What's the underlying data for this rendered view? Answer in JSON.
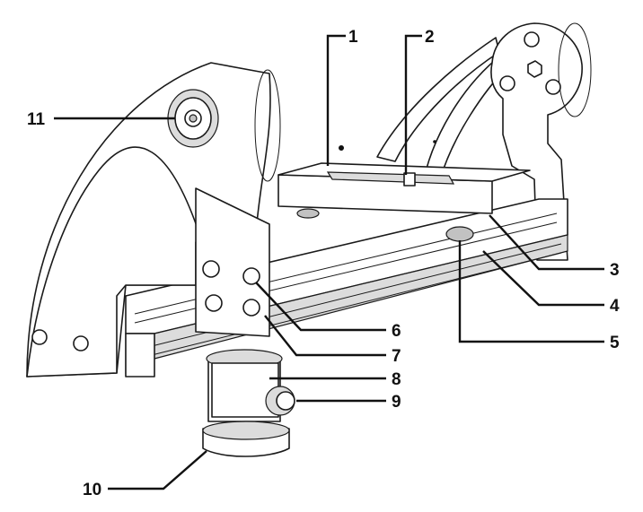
{
  "callouts": [
    {
      "id": "c1",
      "label": "1"
    },
    {
      "id": "c2",
      "label": "2"
    },
    {
      "id": "c3",
      "label": "3"
    },
    {
      "id": "c4",
      "label": "4"
    },
    {
      "id": "c5",
      "label": "5"
    },
    {
      "id": "c6",
      "label": "6"
    },
    {
      "id": "c7",
      "label": "7"
    },
    {
      "id": "c8",
      "label": "8"
    },
    {
      "id": "c9",
      "label": "9"
    },
    {
      "id": "c10",
      "label": "10"
    },
    {
      "id": "c11",
      "label": "11"
    }
  ],
  "colors": {
    "line": "#1a1a1a",
    "shade": "#dcdcdc",
    "background": "#ffffff"
  }
}
